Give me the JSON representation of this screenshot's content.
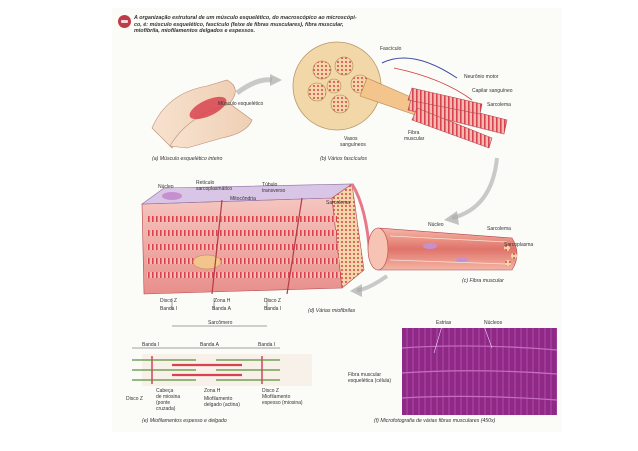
{
  "title_lines": [
    "A organização estrutural de um músculo esquelético, do macroscópico ao microscópi-",
    "co, é: músculo esquelético, fascículo (feixe de fibras musculares), fibra muscular,",
    "miofibrila, miofilamentos delgados e espessos."
  ],
  "panel_a": {
    "caption": "(a) Músculo esquelético inteiro",
    "label_muscle": "Músculo esquelético"
  },
  "panel_b": {
    "caption": "(b) Vários fascículos",
    "fasciculo": "Fascículo",
    "neuronio": "Neurônio motor",
    "capilar": "Capilar sanguíneo",
    "sarcolema": "Sarcolema",
    "fibra": "Fibra",
    "muscular": "muscular",
    "vasos": "Vasos",
    "sanguineos": "sanguíneos"
  },
  "panel_c": {
    "caption": "(c) Fibra muscular",
    "nucleo": "Núcleo",
    "sarcolema": "Sarcolema",
    "sarcoplasma": "Sarcoplasma"
  },
  "panel_d": {
    "caption": "(d) Várias miofibrilas",
    "nucleo": "Núcleo",
    "reticulo1": "Retículo",
    "reticulo2": "sarcoplasmático",
    "tubulo1": "Túbulo",
    "tubulo2": "transverso",
    "mitocondria": "Mitocôndria",
    "sarcolema": "Sarcolema",
    "disco_z1": "Disco Z",
    "zona_h": "Zona H",
    "disco_z2": "Disco Z",
    "banda_i1": "Banda I",
    "banda_a": "Banda A",
    "banda_i2": "Banda I",
    "sarcomero": "Sarcômero"
  },
  "panel_e": {
    "caption": "(e) Miofilamentos espesso e delgado",
    "banda_i1": "Banda I",
    "banda_a": "Banda A",
    "banda_i2": "Banda I",
    "disco_z_left": "Disco Z",
    "cabeca1": "Cabeça",
    "cabeca2": "de miosina",
    "cabeca3": "(ponte",
    "cabeca4": "cruzada)",
    "zona_h": "Zona H",
    "delgado1": "Miofilamento",
    "delgado2": "delgado (actina)",
    "espesso1": "Miofilamento",
    "espesso2": "espesso (miosina)",
    "disco_z_right": "Disco Z"
  },
  "panel_f": {
    "caption": "(f) Microfotografia de várias fibras musculares (450x)",
    "estrias": "Estrias",
    "nucleos": "Núcleos",
    "fibra1": "Fibra muscular",
    "fibra2": "esquelética (célula)"
  },
  "colors": {
    "muscle_red": "#d8434f",
    "muscle_pink": "#f0a9a4",
    "photo_purple": "#8e2a86",
    "badge": "#c03b48",
    "arrow_gray": "#a9a9a9"
  }
}
